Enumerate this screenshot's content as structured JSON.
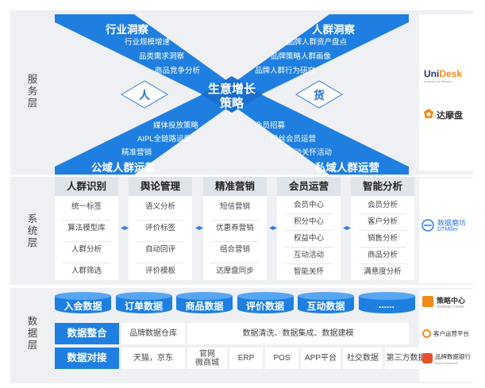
{
  "layers": {
    "service": "服务层",
    "system": "系统层",
    "data": "数据层"
  },
  "service": {
    "center_title_line1": "生意增长",
    "center_title_line2": "策略",
    "left_label": "人",
    "right_label": "货",
    "top_left": {
      "title": "行业洞察",
      "items": [
        "行业规模增速",
        "品类需求洞察",
        "商品竞争分析"
      ]
    },
    "top_right": {
      "title": "人群洞察",
      "items": [
        "品牌人群资产盘点",
        "品牌策略人群画像",
        "品牌人群行为研究"
      ]
    },
    "bottom_left": {
      "title": "公域人群运营",
      "items": [
        "媒体投放策略",
        "AIPL全链路运营",
        "精准营销"
      ]
    },
    "bottom_right": {
      "title": "私域人群运营",
      "items": [
        "会员招募",
        "粉丝会员运营",
        "互动关怀活动"
      ]
    }
  },
  "system": {
    "columns": [
      {
        "title": "人群识别",
        "items": [
          "统一标签",
          "算法模型库",
          "人群分析",
          "人群筛选"
        ]
      },
      {
        "title": "舆论管理",
        "items": [
          "语义分析",
          "评价标签",
          "自动回评",
          "评价模板"
        ]
      },
      {
        "title": "精准营销",
        "items": [
          "短信营销",
          "优惠券营销",
          "组合营销",
          "达摩盘同步"
        ]
      },
      {
        "title": "会员运营",
        "items": [
          "会员中心",
          "积分中心",
          "权益中心",
          "互动活动",
          "智能关怀"
        ]
      },
      {
        "title": "智能分析",
        "items": [
          "会员分析",
          "客户分析",
          "销售分析",
          "商品分析",
          "满意度分析"
        ]
      }
    ]
  },
  "data": {
    "sources": [
      "入会数据",
      "订单数据",
      "商品数据",
      "评价数据",
      "互动数据",
      "......"
    ],
    "integration": {
      "label": "数据整合",
      "warehouse": "品牌数据仓库",
      "process": "数据清洗、数据集成、数据建模"
    },
    "connection": {
      "label": "数据对接",
      "channels": [
        "天猫，京东",
        "官网\n微商城",
        "ERP",
        "POS",
        "APP平台",
        "社交数据",
        "第三方数据"
      ]
    }
  },
  "logos": {
    "unidesk": {
      "name_a": "Uni",
      "name_b": "Desk",
      "sub": "powered by Alibaba"
    },
    "damopan": {
      "name": "达摩盘"
    },
    "dtmiller": {
      "name": "数据磨坊",
      "sub": "DTMiller"
    },
    "strategy": {
      "name": "策略中心",
      "sub": "Strategy Center"
    },
    "kehu": {
      "name": "客户运营平台"
    },
    "pinxiao": {
      "name": "品牌数据银行",
      "sub": "Brand Databank"
    }
  },
  "colors": {
    "primary_blue": "#1f7fe0",
    "light_blue": "#56a6f3",
    "band_gray": "#eef0f3",
    "header_gray": "#dfe3ea",
    "logo_orange": "#f08a1c"
  }
}
